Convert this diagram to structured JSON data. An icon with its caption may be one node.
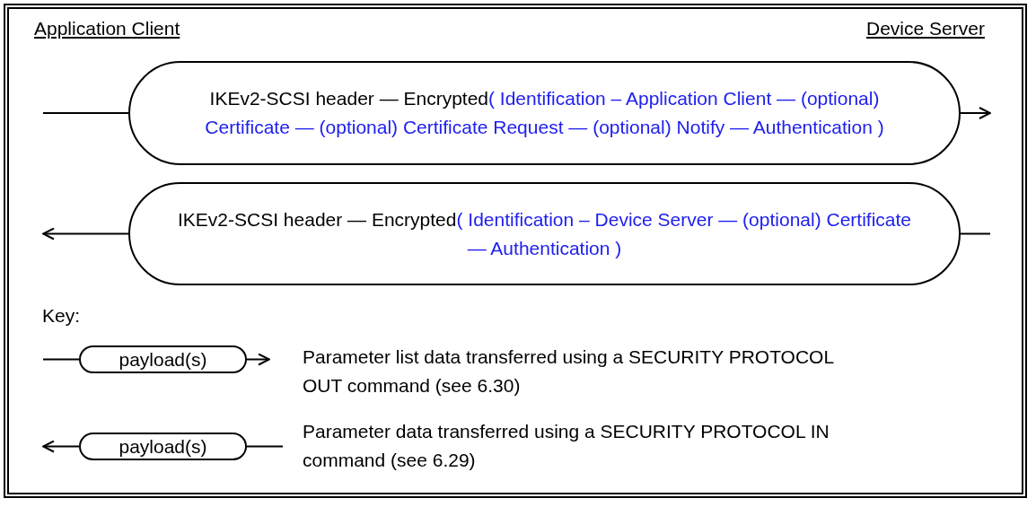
{
  "diagram": {
    "nodes": [
      {
        "text": [
          "IKEv2-SCSI header — Encrypted",
          "( Identification – Application Client — (optional) Certificate — (optional) Certificate Request — (optional) Notify — Authentication )"
        ]
      },
      {
        "text": [
          "IKEv2-SCSI header — Encrypted",
          "( Identification – Device Server — (optional) Certificate — Authentication )"
        ]
      },
      {
        "text": [
          "payload(s)"
        ],
        "beside": [
          "Parameter list data transferred using a SECURITY PROTOCOL OUT command (see 6.30)"
        ]
      },
      {
        "text": [
          "payload(s)"
        ],
        "beside": [
          "Parameter data transferred using a SECURITY PROTOCOL IN command (see 6.29)"
        ]
      }
    ],
    "edges": [
      {
        "from": null,
        "to": 0,
        "arrow": "none"
      },
      {
        "from": 0,
        "to": null,
        "arrow": "to"
      },
      {
        "from": 1,
        "to": null,
        "arrow": "to"
      },
      {
        "from": null,
        "to": 1,
        "arrow": "none"
      },
      {
        "from": null,
        "to": 2,
        "arrow": "none"
      },
      {
        "from": 2,
        "to": null,
        "arrow": "to"
      },
      {
        "from": 3,
        "to": null,
        "arrow": "to"
      },
      {
        "from": null,
        "to": 3,
        "arrow": "none"
      }
    ],
    "labels": [
      "Application Client",
      "Device Server",
      "Key:"
    ]
  }
}
